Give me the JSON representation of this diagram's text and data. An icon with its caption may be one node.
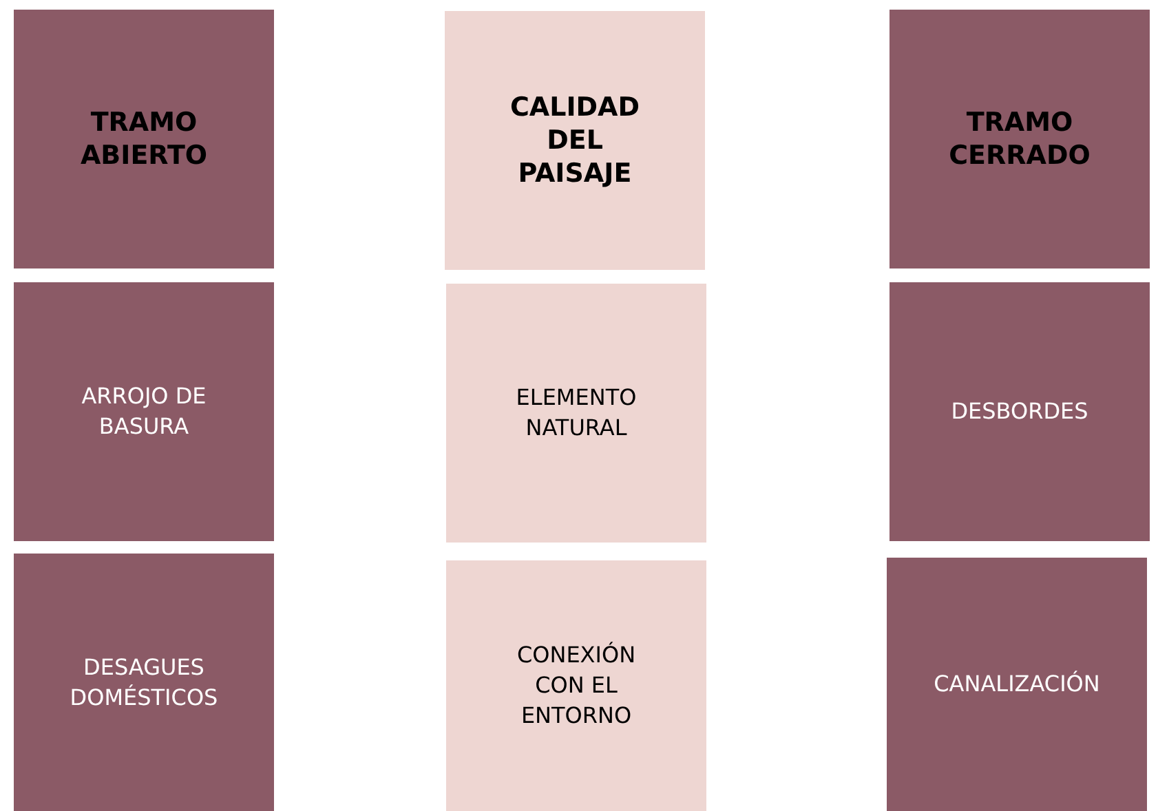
{
  "diagram": {
    "nodes": [
      {
        "text": [
          "TRAMO ABIERTO"
        ]
      },
      {
        "text": [
          "CALIDAD DEL PAISAJE"
        ]
      },
      {
        "text": [
          "TRAMO CERRADO"
        ]
      },
      {
        "text": [
          "ARROJO DE BASURA"
        ]
      },
      {
        "text": [
          "ELEMENTO NATURAL"
        ]
      },
      {
        "text": [
          "DESBORDES"
        ]
      },
      {
        "text": [
          "DESAGUES DOMÉSTICOS"
        ]
      },
      {
        "text": [
          "CONEXIÓN CON EL ENTORNO"
        ]
      },
      {
        "text": [
          "CANALIZACIÓN"
        ]
      }
    ]
  }
}
